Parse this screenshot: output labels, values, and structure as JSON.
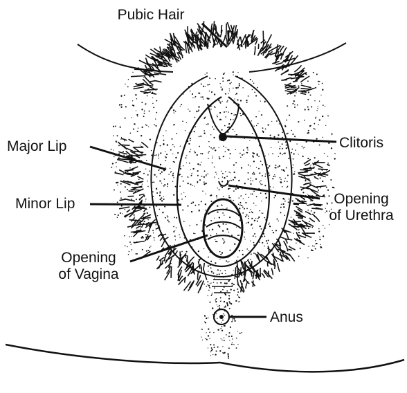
{
  "labels": {
    "pubic_hair": "Pubic Hair",
    "major_lip": "Major Lip",
    "minor_lip": "Minor Lip",
    "clitoris": "Clitoris",
    "opening_of_urethra": [
      "Opening",
      "of Urethra"
    ],
    "opening_of_vagina": [
      "Opening",
      "of Vagina"
    ],
    "anus": "Anus"
  },
  "colors": {
    "ink": "#111111",
    "background": "#ffffff"
  }
}
